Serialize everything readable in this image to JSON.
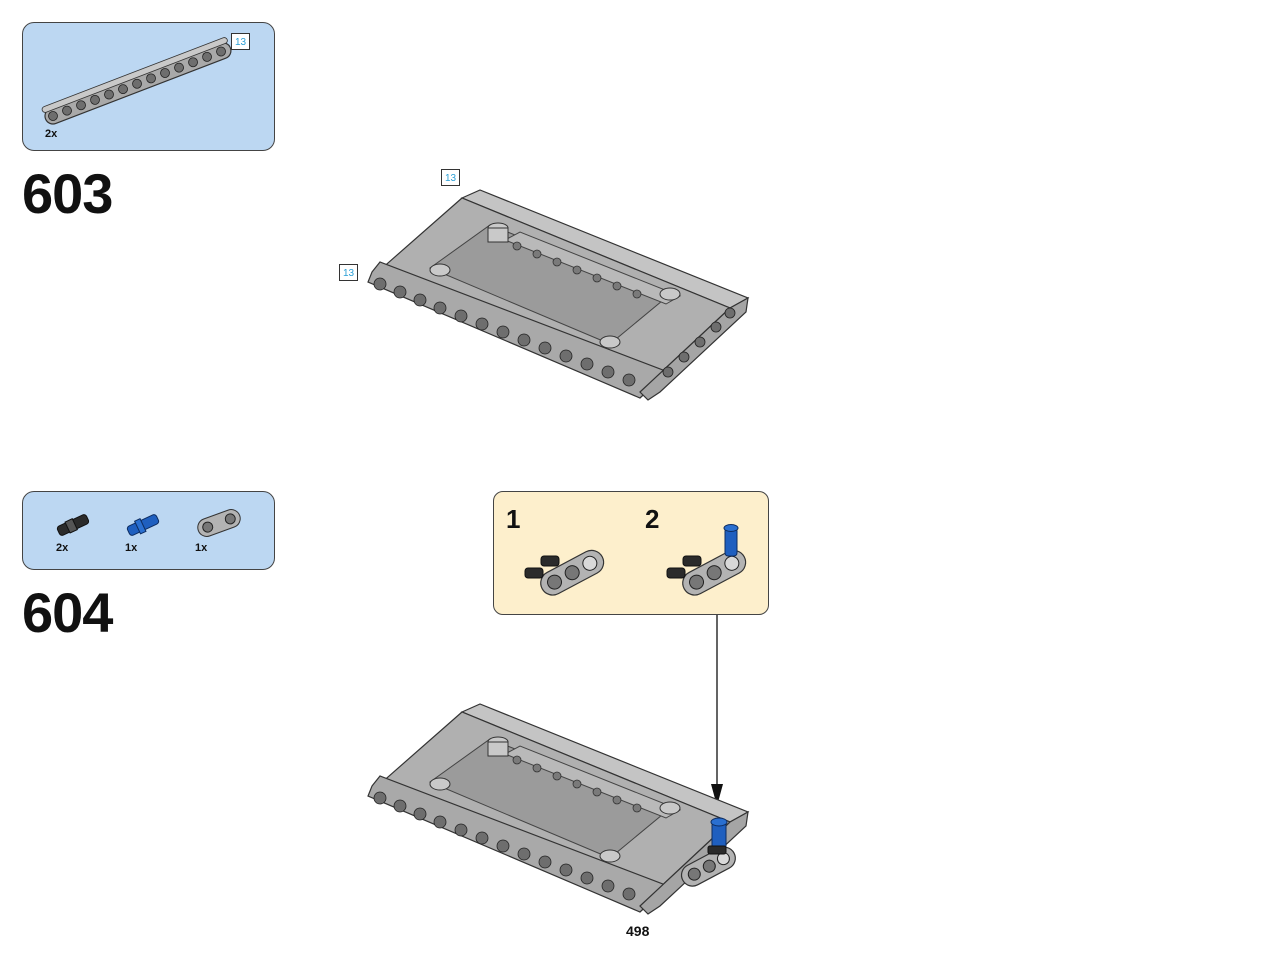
{
  "page": {
    "number": "498"
  },
  "steps": [
    {
      "number": "603",
      "parts": [
        {
          "name": "beam-13",
          "quantity": "2x",
          "length_label": "13"
        }
      ],
      "model_labels": [
        "13",
        "13"
      ]
    },
    {
      "number": "604",
      "parts": [
        {
          "name": "pin-connector",
          "quantity": "2x"
        },
        {
          "name": "blue-axle-pin",
          "quantity": "1x"
        },
        {
          "name": "double-cross-block",
          "quantity": "1x"
        }
      ],
      "callout": {
        "sub_steps": [
          "1",
          "2"
        ]
      }
    }
  ],
  "colors": {
    "parts_box": "#bcd7f2",
    "callout_box": "#fdefcc",
    "beam_gray": "#a9a9a9",
    "blue_pin": "#1f5fbf",
    "length_badge_text": "#2a9fd6"
  }
}
